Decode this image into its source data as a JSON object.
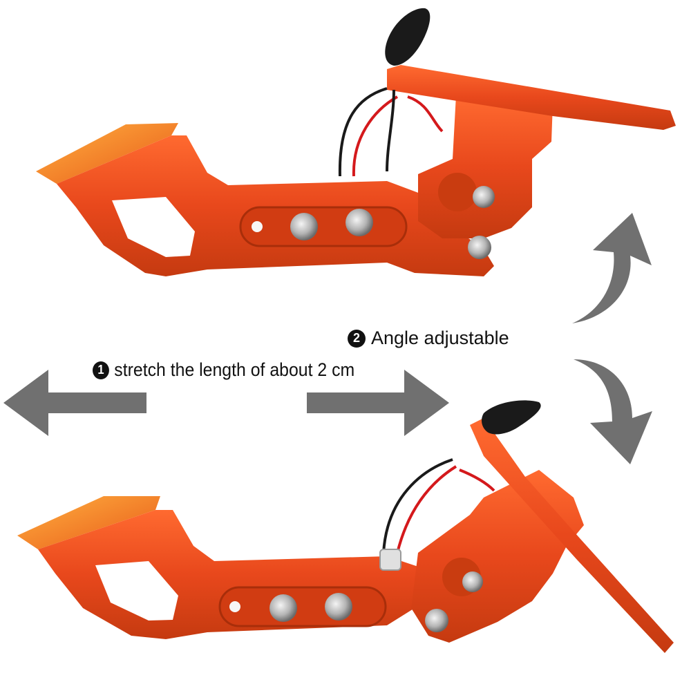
{
  "captions": {
    "angle": {
      "number": "2",
      "text": "Angle adjustable"
    },
    "stretch": {
      "number": "1",
      "text": "stretch the length of about 2 cm"
    }
  },
  "colors": {
    "bracket_orange": "#e8481c",
    "bracket_dark": "#b8300c",
    "bracket_light": "#ff7a45",
    "arrow_gray": "#707070",
    "bolt_silver": "#c8c8c8",
    "light_black": "#1a1a1a"
  },
  "icons": {
    "left": "arrow-left-icon",
    "right": "arrow-right-icon",
    "up": "curved-arrow-up-icon",
    "down": "curved-arrow-down-icon"
  }
}
